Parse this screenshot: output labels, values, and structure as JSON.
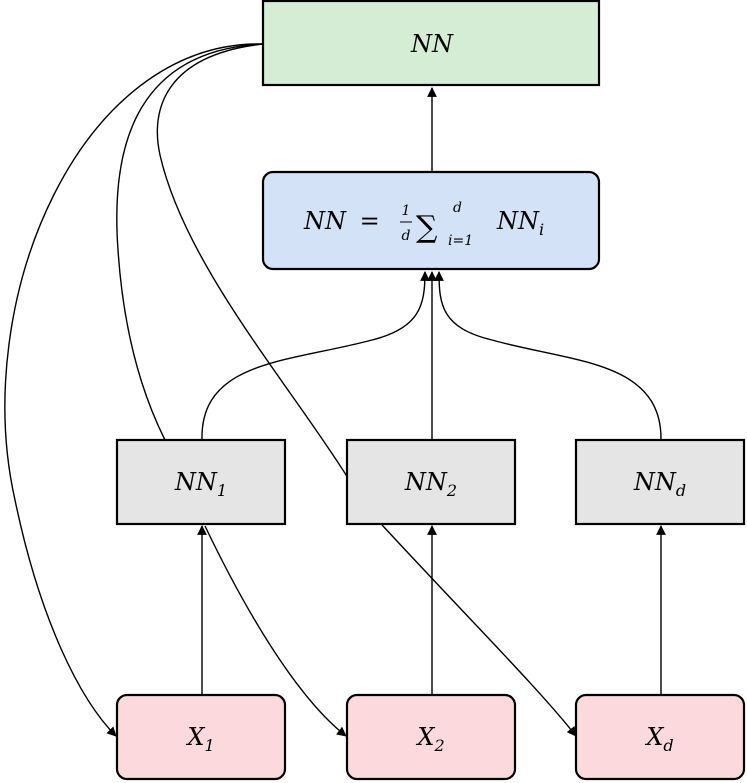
{
  "nodes": {
    "top": {
      "base": "NN",
      "fill": "#d4edd4"
    },
    "avg": {
      "lhs": "NN",
      "eq": "=",
      "frac_num": "1",
      "frac_den": "d",
      "sum": "∑",
      "sum_upper": "d",
      "sum_lower": "i=1",
      "rhs_base": "NN",
      "rhs_sub": "i",
      "fill": "#d4e2f7"
    },
    "nn_models": [
      {
        "base": "NN",
        "sub": "1"
      },
      {
        "base": "NN",
        "sub": "2"
      },
      {
        "base": "NN",
        "sub": "d"
      }
    ],
    "nn_fill": "#e5e5e5",
    "inputs": [
      {
        "base": "X",
        "sub": "1"
      },
      {
        "base": "X",
        "sub": "2"
      },
      {
        "base": "X",
        "sub": "d"
      }
    ],
    "input_fill": "#fcd9dc"
  },
  "edges": [
    {
      "from": "input-1",
      "to": "nn-1"
    },
    {
      "from": "input-2",
      "to": "nn-2"
    },
    {
      "from": "input-d",
      "to": "nn-d"
    },
    {
      "from": "nn-1",
      "to": "avg"
    },
    {
      "from": "nn-2",
      "to": "avg"
    },
    {
      "from": "nn-d",
      "to": "avg"
    },
    {
      "from": "avg",
      "to": "top"
    },
    {
      "from": "top",
      "to": "input-1"
    },
    {
      "from": "top",
      "to": "nn-1"
    },
    {
      "from": "top",
      "to": "input-d"
    },
    {
      "from": "nn-1",
      "to": "input-2"
    }
  ]
}
